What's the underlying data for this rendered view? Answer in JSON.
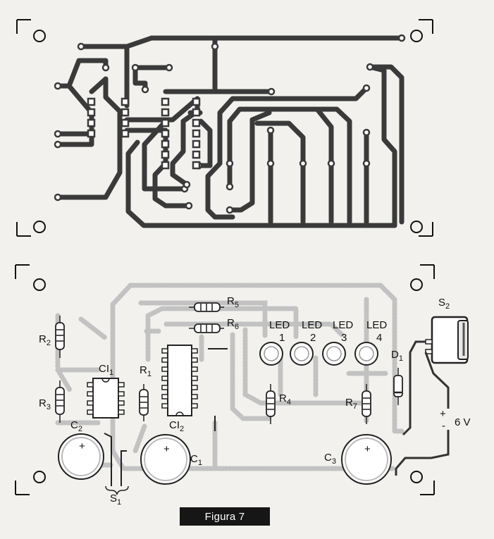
{
  "caption": "Figura 7",
  "labels": {
    "r1": "R",
    "r1_sub": "1",
    "r2": "R",
    "r2_sub": "2",
    "r3": "R",
    "r3_sub": "3",
    "r4": "R",
    "r4_sub": "4",
    "r5": "R",
    "r5_sub": "5",
    "r6": "R",
    "r6_sub": "6",
    "r7": "R",
    "r7_sub": "7",
    "ci1": "CI",
    "ci1_sub": "1",
    "ci2": "CI",
    "ci2_sub": "2",
    "c1": "C",
    "c1_sub": "1",
    "c2": "C",
    "c2_sub": "2",
    "c3": "C",
    "c3_sub": "3",
    "d1": "D",
    "d1_sub": "1",
    "s1": "S",
    "s1_sub": "1",
    "s2": "S",
    "s2_sub": "2",
    "led_word": "LED",
    "led1": "1",
    "led2": "2",
    "led3": "3",
    "led4": "4",
    "voltage": "6 V",
    "plus": "+",
    "minus": "-"
  }
}
